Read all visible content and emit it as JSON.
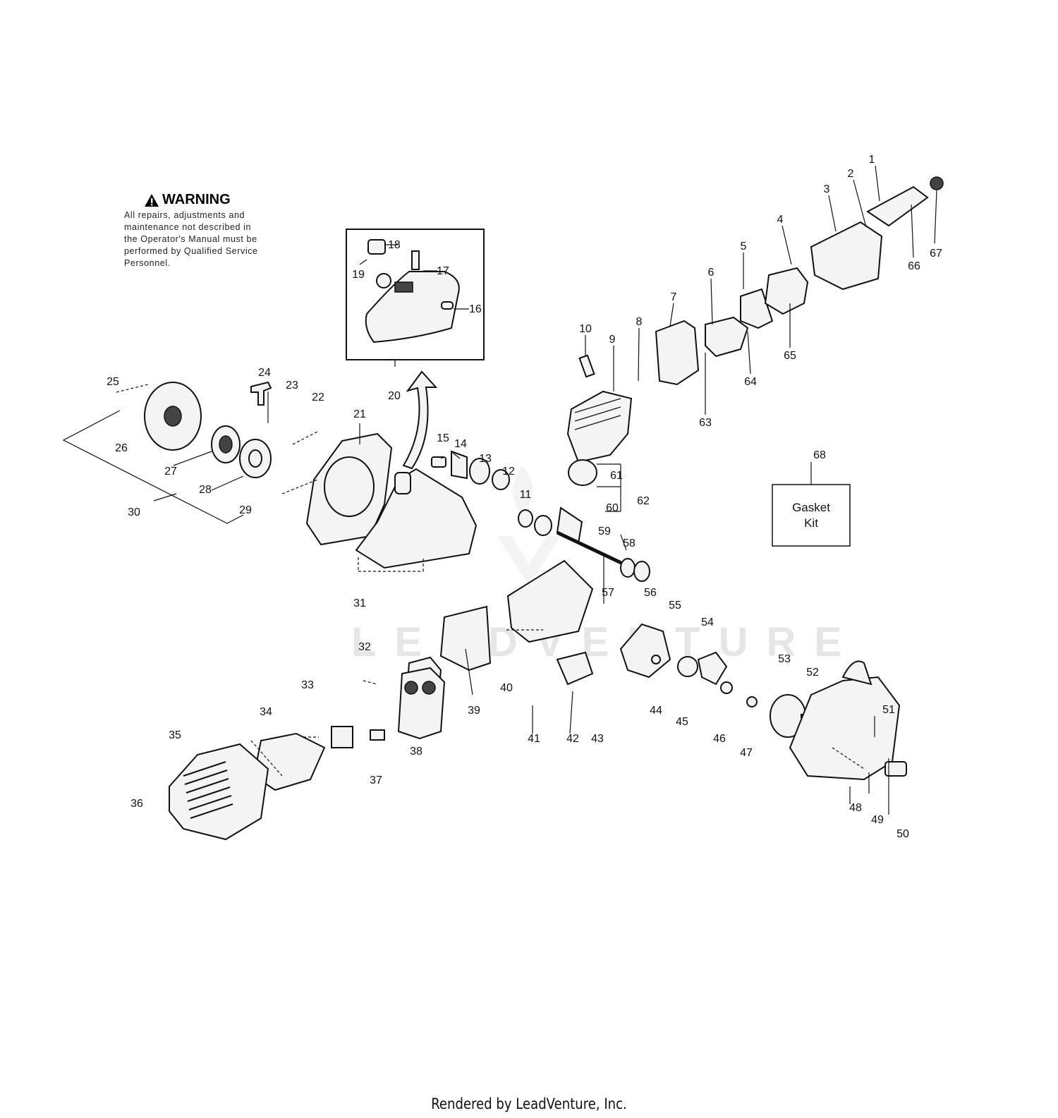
{
  "warning": {
    "title": "WARNING",
    "lines": [
      "All repairs, adjustments and",
      "maintenance not described in",
      "the Operator's Manual must be",
      "performed by Qualified Service",
      "Personnel."
    ]
  },
  "watermark": "LEADVENTURE",
  "gasket_kit": {
    "line1": "Gasket",
    "line2": "Kit"
  },
  "callouts": [
    "1",
    "2",
    "3",
    "4",
    "5",
    "6",
    "7",
    "8",
    "9",
    "10",
    "11",
    "12",
    "13",
    "14",
    "15",
    "16",
    "17",
    "18",
    "19",
    "20",
    "21",
    "22",
    "23",
    "24",
    "25",
    "26",
    "27",
    "28",
    "29",
    "30",
    "31",
    "32",
    "33",
    "34",
    "35",
    "36",
    "37",
    "38",
    "39",
    "40",
    "41",
    "42",
    "43",
    "44",
    "45",
    "46",
    "47",
    "48",
    "49",
    "50",
    "51",
    "52",
    "53",
    "54",
    "55",
    "56",
    "57",
    "58",
    "59",
    "60",
    "61",
    "62",
    "63",
    "64",
    "65",
    "66",
    "67",
    "68"
  ],
  "footer": "Rendered by LeadVenture, Inc."
}
